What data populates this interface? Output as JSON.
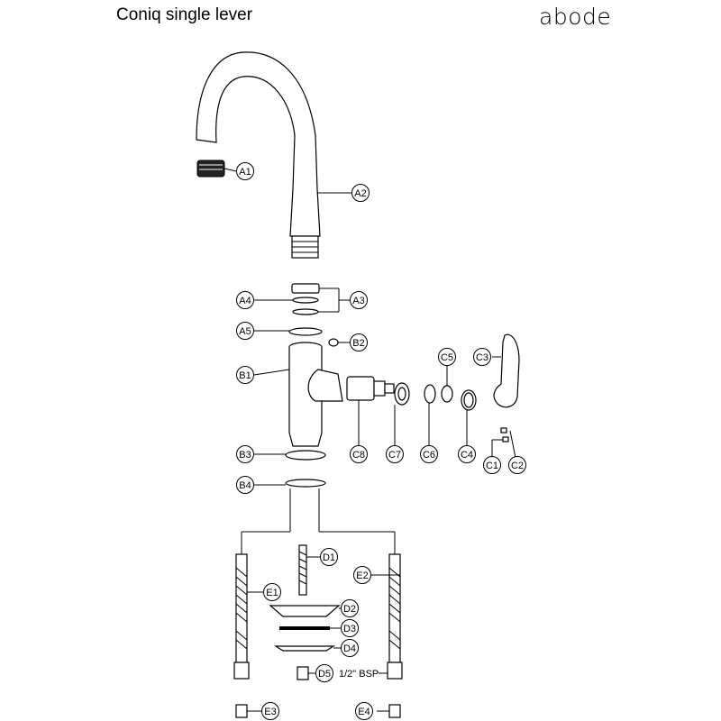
{
  "header": {
    "title": "Coniq single lever",
    "brand": "abode"
  },
  "callouts": [
    {
      "id": "A1",
      "label": "A1"
    },
    {
      "id": "A2",
      "label": "A2"
    },
    {
      "id": "A3",
      "label": "A3"
    },
    {
      "id": "A4",
      "label": "A4"
    },
    {
      "id": "A5",
      "label": "A5"
    },
    {
      "id": "B1",
      "label": "B1"
    },
    {
      "id": "B2",
      "label": "B2"
    },
    {
      "id": "B3",
      "label": "B3"
    },
    {
      "id": "B4",
      "label": "B4"
    },
    {
      "id": "C1",
      "label": "C1"
    },
    {
      "id": "C2",
      "label": "C2"
    },
    {
      "id": "C3",
      "label": "C3"
    },
    {
      "id": "C4",
      "label": "C4"
    },
    {
      "id": "C5",
      "label": "C5"
    },
    {
      "id": "C6",
      "label": "C6"
    },
    {
      "id": "C7",
      "label": "C7"
    },
    {
      "id": "C8",
      "label": "C8"
    },
    {
      "id": "D1",
      "label": "D1"
    },
    {
      "id": "D2",
      "label": "D2"
    },
    {
      "id": "D3",
      "label": "D3"
    },
    {
      "id": "D4",
      "label": "D4"
    },
    {
      "id": "D5",
      "label": "D5"
    },
    {
      "id": "E1",
      "label": "E1"
    },
    {
      "id": "E2",
      "label": "E2"
    },
    {
      "id": "E3",
      "label": "E3"
    },
    {
      "id": "E4",
      "label": "E4"
    }
  ],
  "annotation": {
    "bsp": "1/2\" BSP"
  }
}
